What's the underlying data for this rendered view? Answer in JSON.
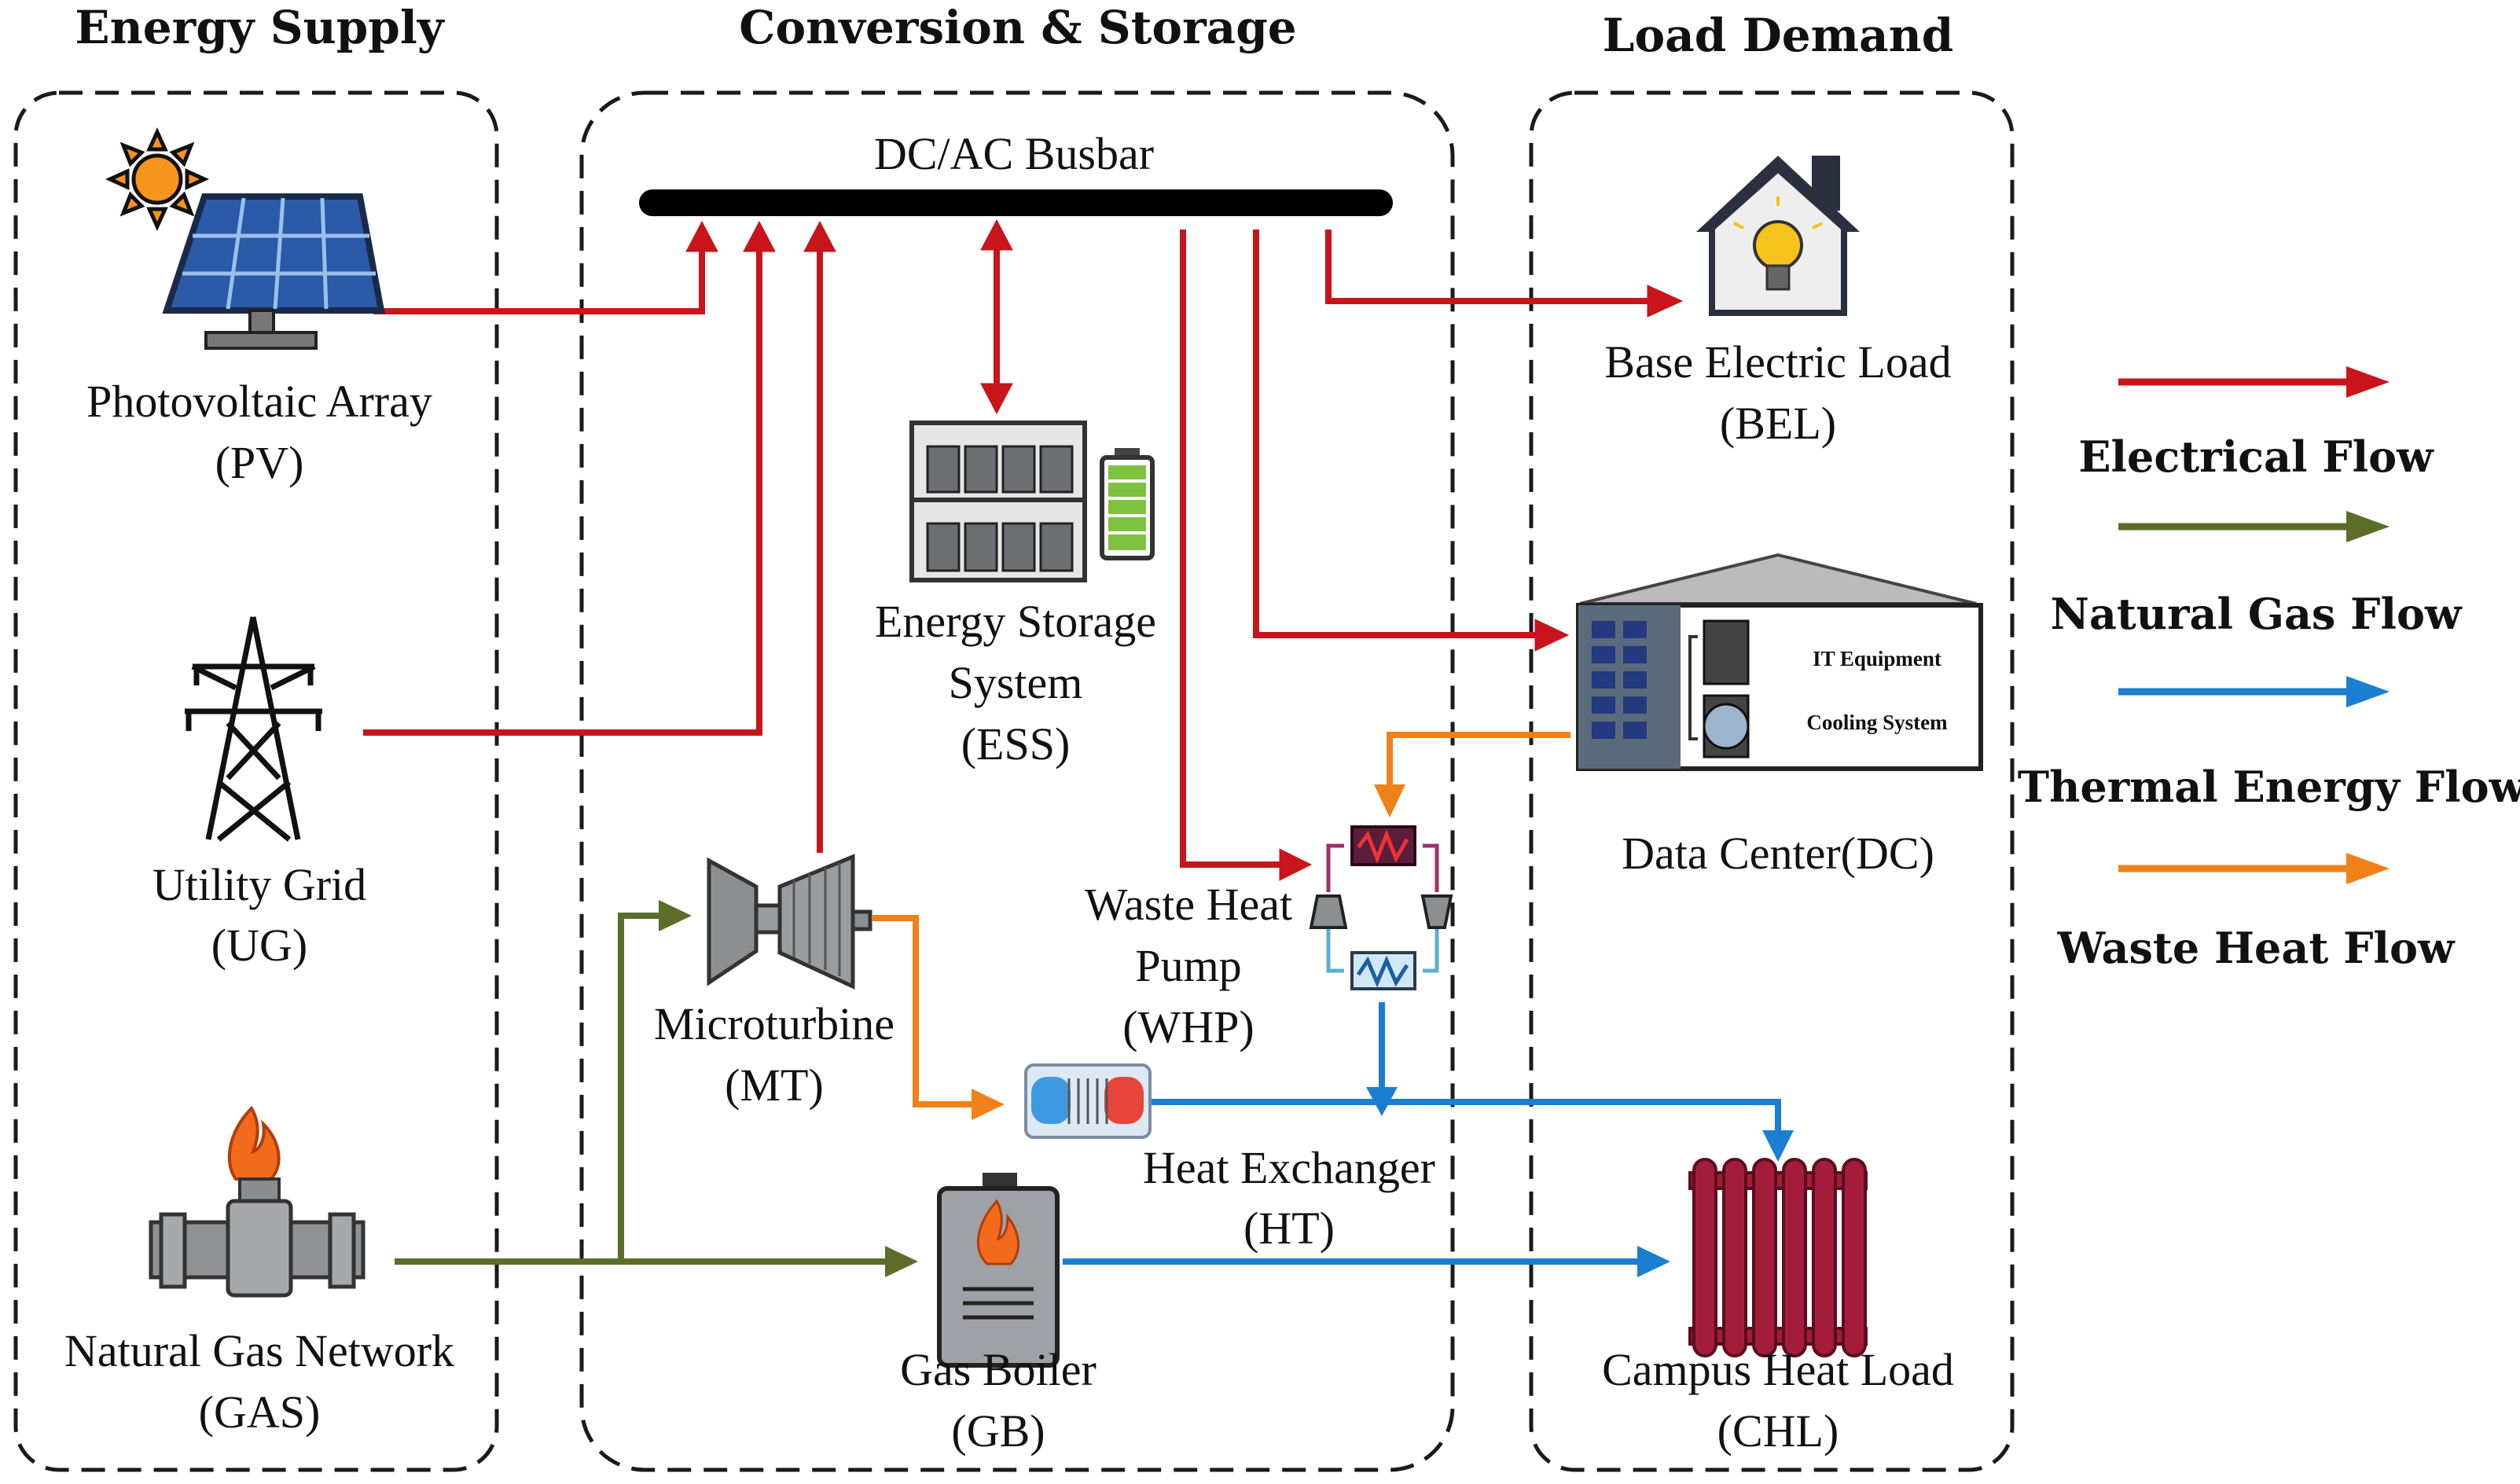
{
  "sections": {
    "supply": "Energy Supply",
    "conversion": "Conversion & Storage",
    "load": "Load Demand"
  },
  "busbar": "DC/AC Busbar",
  "nodes": {
    "pv": [
      "Photovoltaic Array",
      "(PV)"
    ],
    "ug": [
      "Utility Grid",
      "(UG)"
    ],
    "gas": [
      "Natural Gas Network",
      "(GAS)"
    ],
    "ess": [
      "Energy Storage",
      "System",
      "(ESS)"
    ],
    "mt": [
      "Microturbine",
      "(MT)"
    ],
    "whp": [
      "Waste Heat",
      "Pump",
      "(WHP)"
    ],
    "ht": [
      "Heat Exchanger",
      "(HT)"
    ],
    "gb": [
      "Gas Boiler",
      "(GB)"
    ],
    "bel": [
      "Base Electric Load",
      "(BEL)"
    ],
    "dc": [
      "Data Center(DC)"
    ],
    "chl": [
      "Campus Heat Load",
      "(CHL)"
    ]
  },
  "dc_panel": {
    "it": "IT Equipment",
    "cooling": "Cooling System"
  },
  "legend": [
    {
      "label": "Electrical Flow",
      "color": "#c8141a"
    },
    {
      "label": "Natural Gas Flow",
      "color": "#5a6e2a"
    },
    {
      "label": "Thermal Energy Flow",
      "color": "#1a7fd0"
    },
    {
      "label": "Waste Heat Flow",
      "color": "#f08018"
    }
  ],
  "colors": {
    "electrical": "#c8141a",
    "gas": "#5a6e2a",
    "thermal": "#1a7fd0",
    "waste": "#f08018"
  },
  "icons": [
    "sun-icon",
    "solar-panel-icon",
    "transmission-tower-icon",
    "gas-pipe-icon",
    "battery-rack-icon",
    "battery-icon",
    "microturbine-icon",
    "heat-pump-icon",
    "heat-exchanger-icon",
    "gas-boiler-icon",
    "house-bulb-icon",
    "data-center-icon",
    "radiator-icon"
  ]
}
